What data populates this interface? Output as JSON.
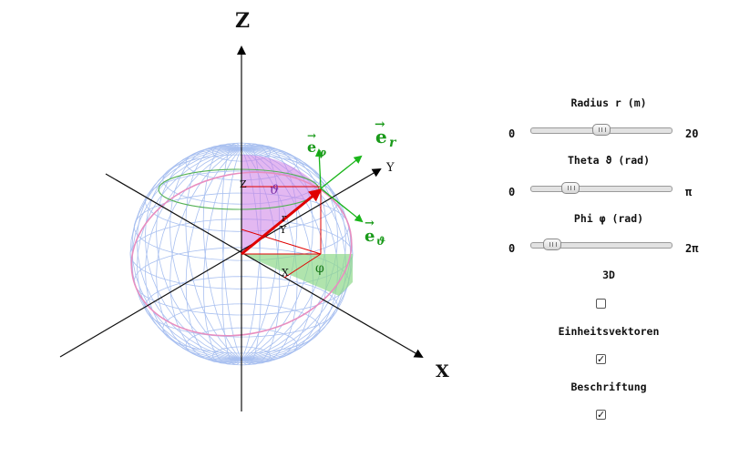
{
  "scene": {
    "axis_labels": {
      "z": "Z",
      "y": "Y",
      "x": "X"
    },
    "point_labels": {
      "z": "Z",
      "y": "Y",
      "x": "X",
      "r": "r",
      "theta": "ϑ",
      "phi": "φ"
    },
    "unit_vectors": {
      "e_r": "e",
      "e_r_sub": "r",
      "e_theta": "e",
      "e_theta_sub": "ϑ",
      "e_phi": "e",
      "e_phi_sub": "φ"
    },
    "colors": {
      "sphere": "#a9c0f0",
      "vector": "#e00000",
      "theta_fill": "#cc7ee6",
      "phi_fill": "#8fd88a",
      "unit_vector": "#1ab51a",
      "great_circle": "#e88ec0"
    }
  },
  "controls": {
    "radius": {
      "label": "Radius r (m)",
      "min_label": "0",
      "max_label": "20",
      "value_fraction": 0.5
    },
    "theta": {
      "label": "Theta ϑ (rad)",
      "min_label": "0",
      "max_label": "π",
      "value_fraction": 0.28
    },
    "phi": {
      "label": "Phi φ (rad)",
      "min_label": "0",
      "max_label": "2π",
      "value_fraction": 0.15
    },
    "three_d": {
      "label": "3D",
      "checked": false
    },
    "unit_vectors": {
      "label": "Einheitsvektoren",
      "checked": true
    },
    "labels": {
      "label": "Beschriftung",
      "checked": true
    }
  }
}
